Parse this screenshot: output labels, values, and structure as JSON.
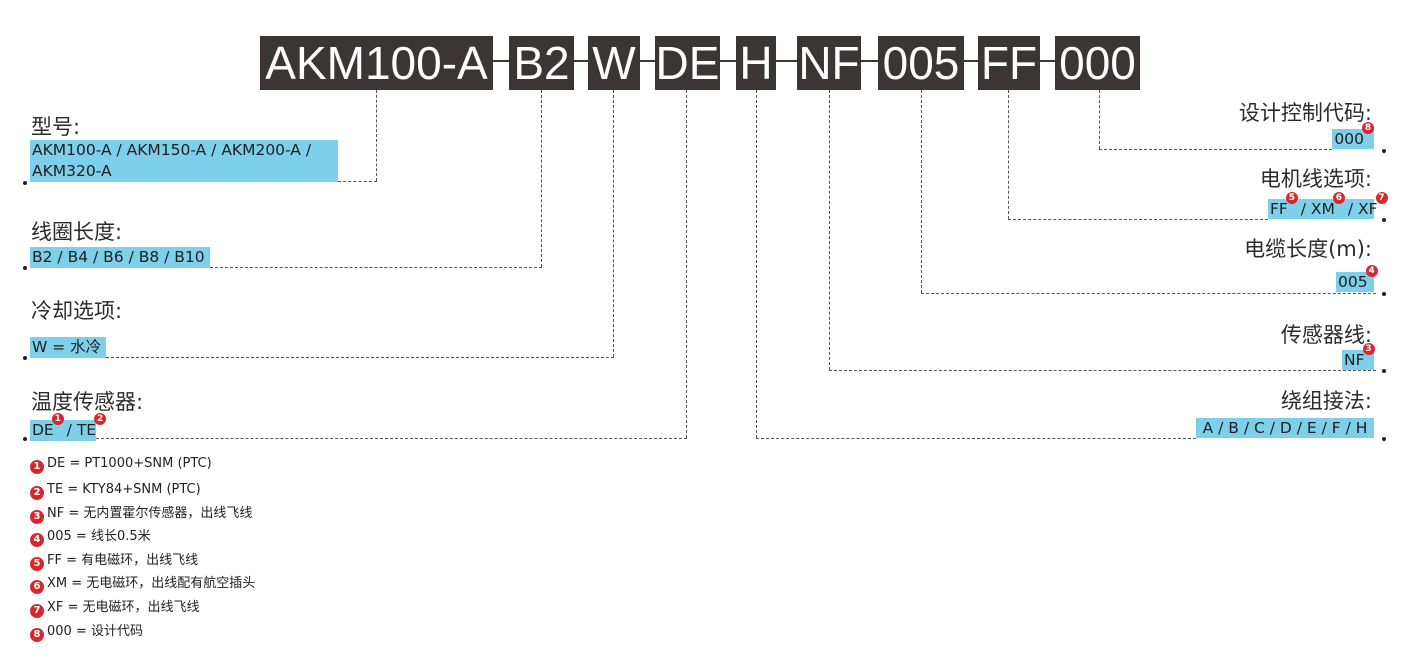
{
  "code": {
    "segments": [
      "AKM100-A",
      "B2",
      "W",
      "DE",
      "H",
      "NF",
      "005",
      "FF",
      "000"
    ]
  },
  "left": {
    "model": {
      "label": "型号:",
      "line1": "AKM100-A / AKM150-A / AKM200-A /",
      "line2": "AKM320-A"
    },
    "coil": {
      "label": "线圈长度:",
      "value": "B2 / B4 / B6 / B8 / B10"
    },
    "cooling": {
      "label": "冷却选项:",
      "value": "W = 水冷"
    },
    "temp": {
      "label": "温度传感器:",
      "part1": "DE",
      "sep": " / ",
      "part2": "TE"
    }
  },
  "right": {
    "design": {
      "label": "设计控制代码:",
      "value": "000"
    },
    "motor_cable": {
      "label": "电机线选项:",
      "part1": "FF",
      "part2": " / XM",
      "part3": " / XF"
    },
    "cable_length": {
      "label": "电缆长度(m):",
      "value": "005"
    },
    "sensor_cable": {
      "label": "传感器线:",
      "value": "NF"
    },
    "winding": {
      "label": "绕组接法:",
      "value": "A / B / C / D / E / F / H"
    }
  },
  "marks": [
    "1",
    "2",
    "3",
    "4",
    "5",
    "6",
    "7",
    "8"
  ],
  "notes": [
    "DE = PT1000+SNM (PTC)",
    "TE = KTY84+SNM (PTC)",
    "NF = 无内置霍尔传感器，出线飞线",
    "005 = 线长0.5米",
    "FF = 有电磁环，出线飞线",
    "XM = 无电磁环，出线配有航空插头",
    "XF = 无电磁环，出线飞线",
    "000 = 设计代码"
  ],
  "colors": {
    "code_bg": "#3b3634",
    "highlight": "#7ecfea",
    "marker": "#d9272e"
  }
}
